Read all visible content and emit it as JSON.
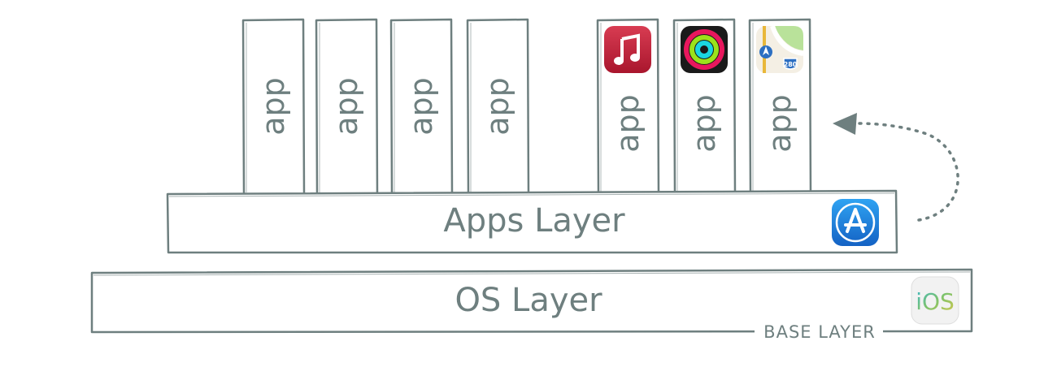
{
  "diagram": {
    "stroke_color": "#6e7f7f",
    "app_label": "app",
    "apps": [
      {
        "icon": "blank"
      },
      {
        "icon": "blank"
      },
      {
        "icon": "blank"
      },
      {
        "icon": "blank"
      },
      {
        "icon": "music-icon"
      },
      {
        "icon": "activity-icon"
      },
      {
        "icon": "maps-icon"
      }
    ],
    "apps_layer": {
      "label": "Apps Layer",
      "icon": "app-store-icon"
    },
    "os_layer": {
      "label": "OS Layer",
      "icon": "ios-icon",
      "icon_text": "iOS"
    },
    "base_layer_label": "BASE LAYER",
    "maps_badge": "280",
    "colors": {
      "music": "#c8243d",
      "app_store": "#1b7fe0",
      "activity_bg": "#1a1a1a",
      "maps_green": "#b9e29a",
      "maps_blue": "#2c6fc2"
    }
  }
}
